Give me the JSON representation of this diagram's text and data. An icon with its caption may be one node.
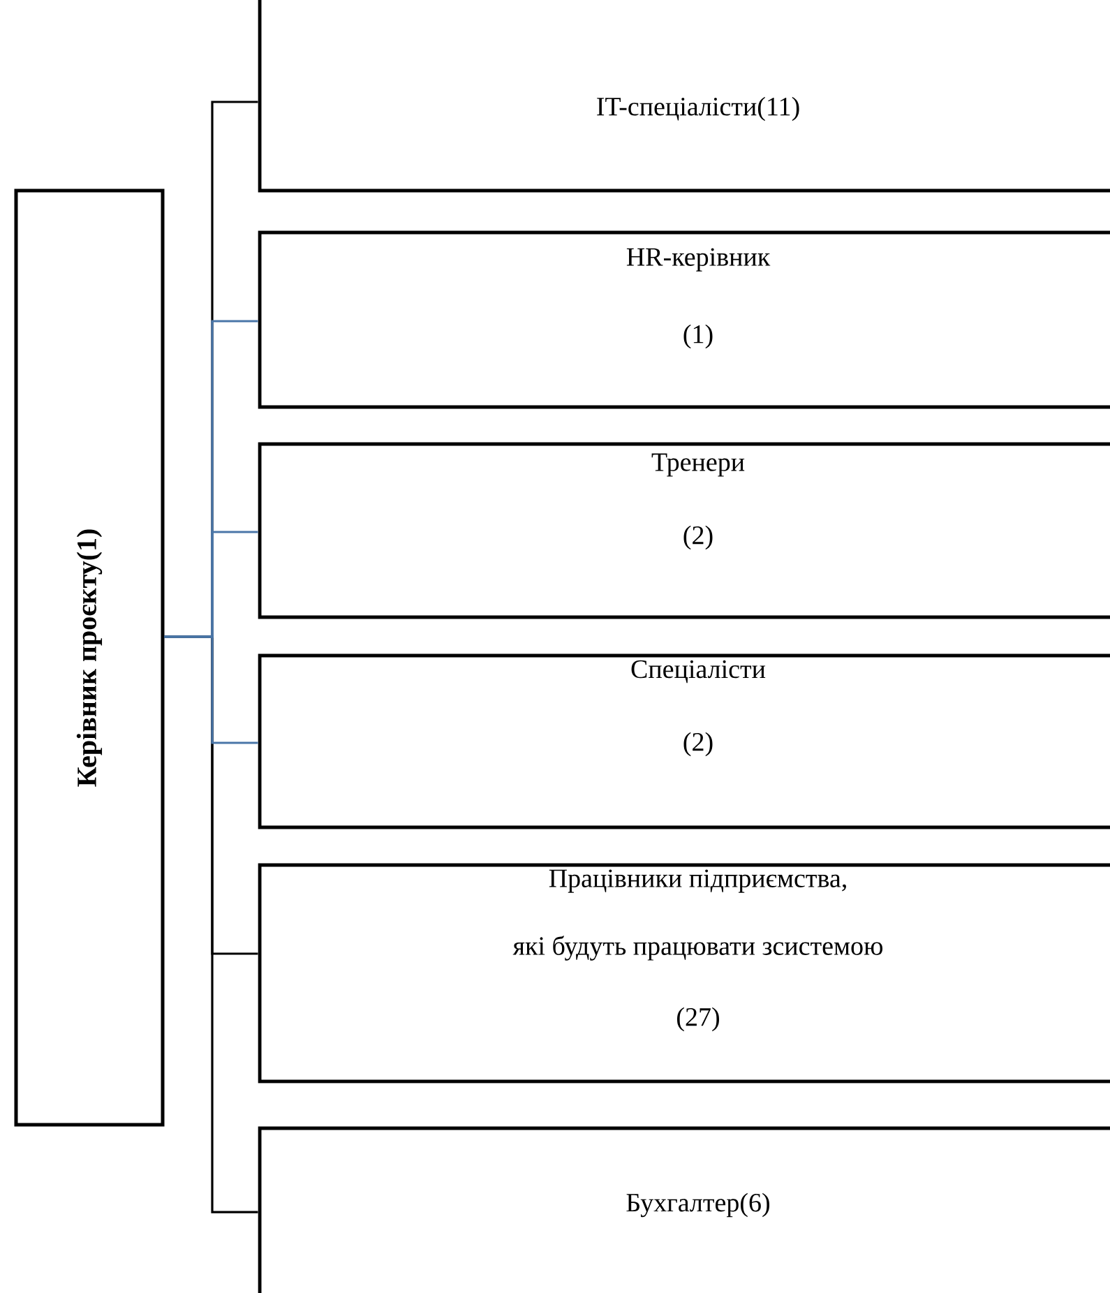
{
  "diagram": {
    "nodes": [
      {
        "text": [
          "Керівник проєкту(1)"
        ]
      },
      {
        "text": [
          "IT-спеціалісти(11)"
        ]
      },
      {
        "text": [
          "HR-керівник",
          "(1)"
        ]
      },
      {
        "text": [
          "Тренери",
          "(2)"
        ]
      },
      {
        "text": [
          "Спеціалісти",
          "(2)"
        ]
      },
      {
        "text": [
          "Працівники підприємства,",
          "які будуть працювати зсистемою",
          "(27)"
        ]
      },
      {
        "text": [
          "Бухгалтер(6)"
        ]
      }
    ],
    "edges": [
      {
        "from": 0,
        "to": 1,
        "arrow": "none",
        "color": "#000000"
      },
      {
        "from": 0,
        "to": 2,
        "arrow": "none",
        "color": "#4a76a8"
      },
      {
        "from": 0,
        "to": 3,
        "arrow": "none",
        "color": "#4a76a8"
      },
      {
        "from": 0,
        "to": 4,
        "arrow": "none",
        "color": "#4a76a8"
      },
      {
        "from": 0,
        "to": 5,
        "arrow": "none",
        "color": "#000000"
      },
      {
        "from": 0,
        "to": 6,
        "arrow": "none",
        "color": "#000000"
      }
    ]
  }
}
